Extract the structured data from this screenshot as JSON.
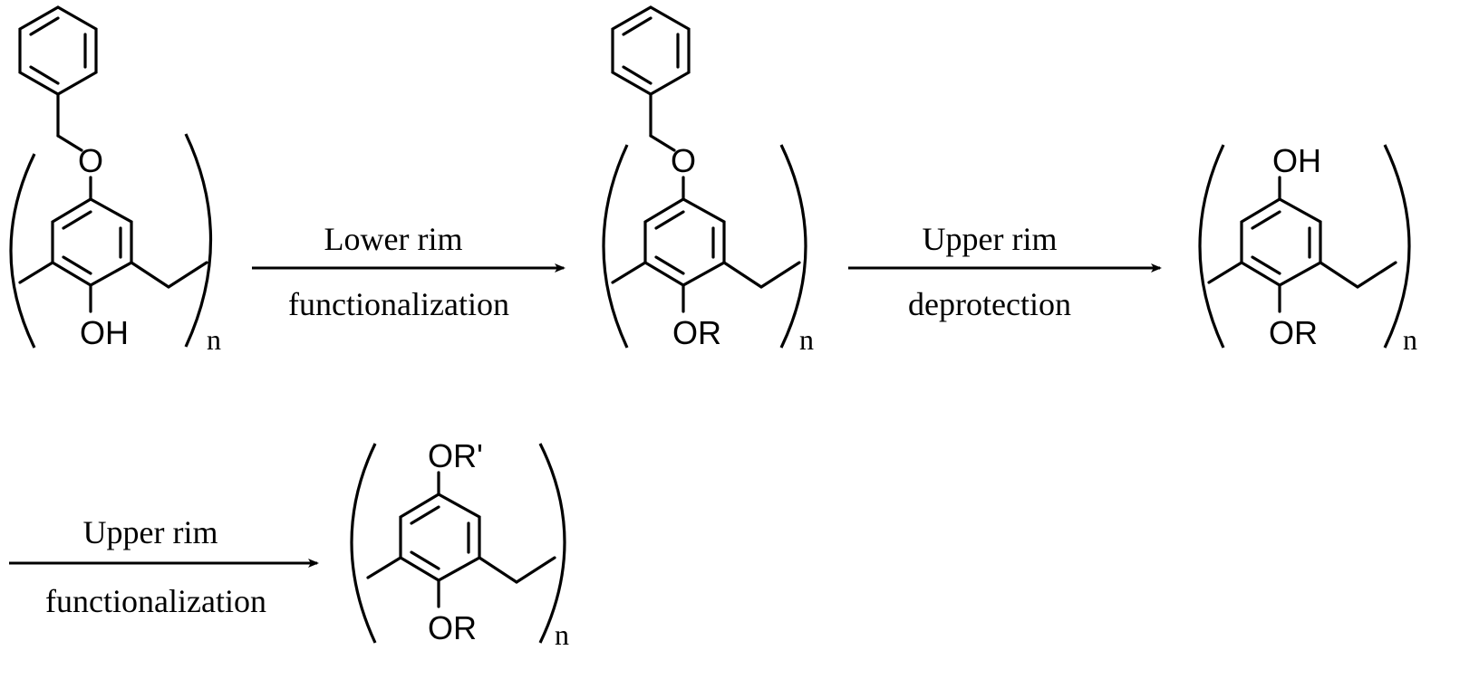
{
  "scheme": {
    "structures": [
      {
        "top_group": "O",
        "bottom_group": "OH",
        "repeat": "n",
        "benzyl": true
      },
      {
        "top_group": "O",
        "bottom_group": "OR",
        "repeat": "n",
        "benzyl": true
      },
      {
        "top_group": "OH",
        "bottom_group": "OR",
        "repeat": "n",
        "benzyl": false
      },
      {
        "top_group": "OR'",
        "bottom_group": "OR",
        "repeat": "n",
        "benzyl": false
      }
    ],
    "arrows": [
      {
        "line1": "Lower rim",
        "line2": "functionalization"
      },
      {
        "line1": "Upper rim",
        "line2": "deprotection"
      },
      {
        "line1": "Upper rim",
        "line2": "functionalization"
      }
    ]
  }
}
